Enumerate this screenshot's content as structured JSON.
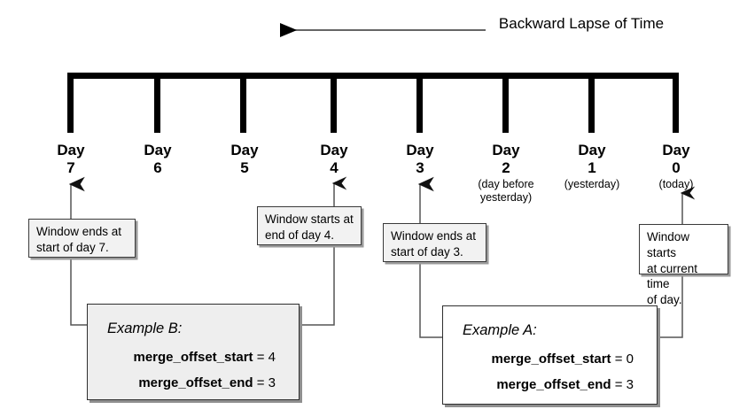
{
  "diagram": {
    "title_note": "Backward Lapse of Time",
    "axis": {
      "arrow_direction": "left",
      "tick_count": 8
    },
    "days": [
      {
        "name": "Day",
        "number": "7",
        "sub": ""
      },
      {
        "name": "Day",
        "number": "6",
        "sub": ""
      },
      {
        "name": "Day",
        "number": "5",
        "sub": ""
      },
      {
        "name": "Day",
        "number": "4",
        "sub": ""
      },
      {
        "name": "Day",
        "number": "3",
        "sub": ""
      },
      {
        "name": "Day",
        "number": "2",
        "sub": "(day before\nyesterday)"
      },
      {
        "name": "Day",
        "number": "1",
        "sub": "(yesterday)"
      },
      {
        "name": "Day",
        "number": "0",
        "sub": "(today)"
      }
    ],
    "notes": [
      {
        "id": "note-end-day7",
        "text": "Window ends at\nstart of day 7."
      },
      {
        "id": "note-start-day4",
        "text": "Window starts at\nend of day 4."
      },
      {
        "id": "note-end-day3",
        "text": "Window ends at\nstart of day 3."
      },
      {
        "id": "note-start-today",
        "text": "Window starts\nat current time\nof day."
      }
    ],
    "examples": [
      {
        "id": "example-b",
        "title": "Example B:",
        "rows": [
          {
            "key": "merge_offset_start",
            "eq": " = ",
            "value": "4"
          },
          {
            "key": "merge_offset_end",
            "eq": " = ",
            "value": "3"
          }
        ]
      },
      {
        "id": "example-a",
        "title": "Example A:",
        "rows": [
          {
            "key": "merge_offset_start",
            "eq": " = ",
            "value": "0"
          },
          {
            "key": "merge_offset_end",
            "eq": " = ",
            "value": "3"
          }
        ]
      }
    ],
    "colors": {
      "ink": "#000000",
      "note_fill": "#f2f2f2",
      "example_b_fill": "#eeeeee",
      "example_a_fill": "#ffffff",
      "shadow": "#9a9a9a",
      "wire": "#555555"
    }
  }
}
